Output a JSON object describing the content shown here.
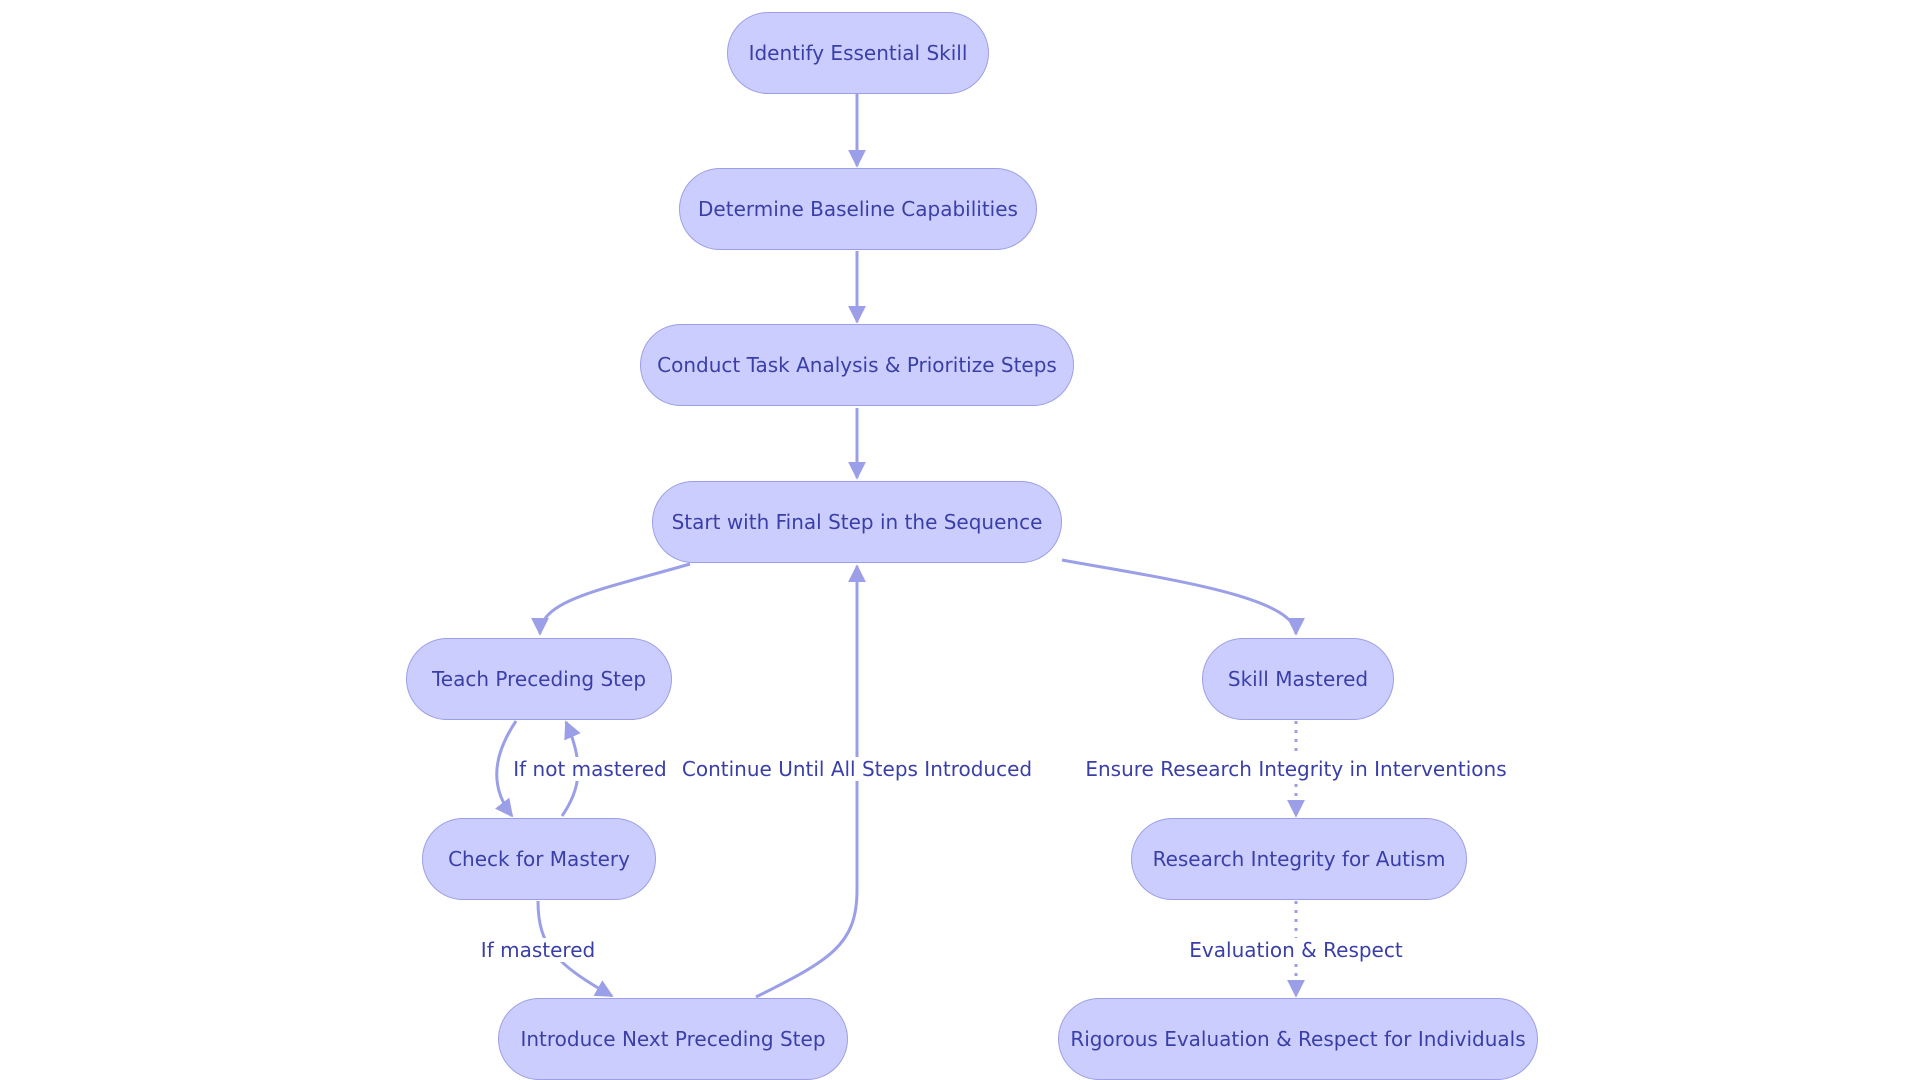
{
  "nodes": {
    "identify": "Identify Essential Skill",
    "baseline": "Determine Baseline Capabilities",
    "task_analysis": "Conduct Task Analysis & Prioritize Steps",
    "final_step": "Start with Final Step in the Sequence",
    "teach": "Teach Preceding Step",
    "check": "Check for Mastery",
    "introduce": "Introduce Next Preceding Step",
    "mastered": "Skill Mastered",
    "integrity": "Research Integrity for Autism",
    "evaluation": "Rigorous Evaluation & Respect for Individuals"
  },
  "edge_labels": {
    "not_mastered": "If not mastered",
    "mastered": "If mastered",
    "continue": "Continue Until All Steps Introduced",
    "ensure": "Ensure Research Integrity in Interventions",
    "eval_respect": "Evaluation & Respect"
  },
  "colors": {
    "node_fill": "#cccdff",
    "node_border": "#9b9fe8",
    "text": "#3a3fa8",
    "edge": "#9b9fe8"
  }
}
